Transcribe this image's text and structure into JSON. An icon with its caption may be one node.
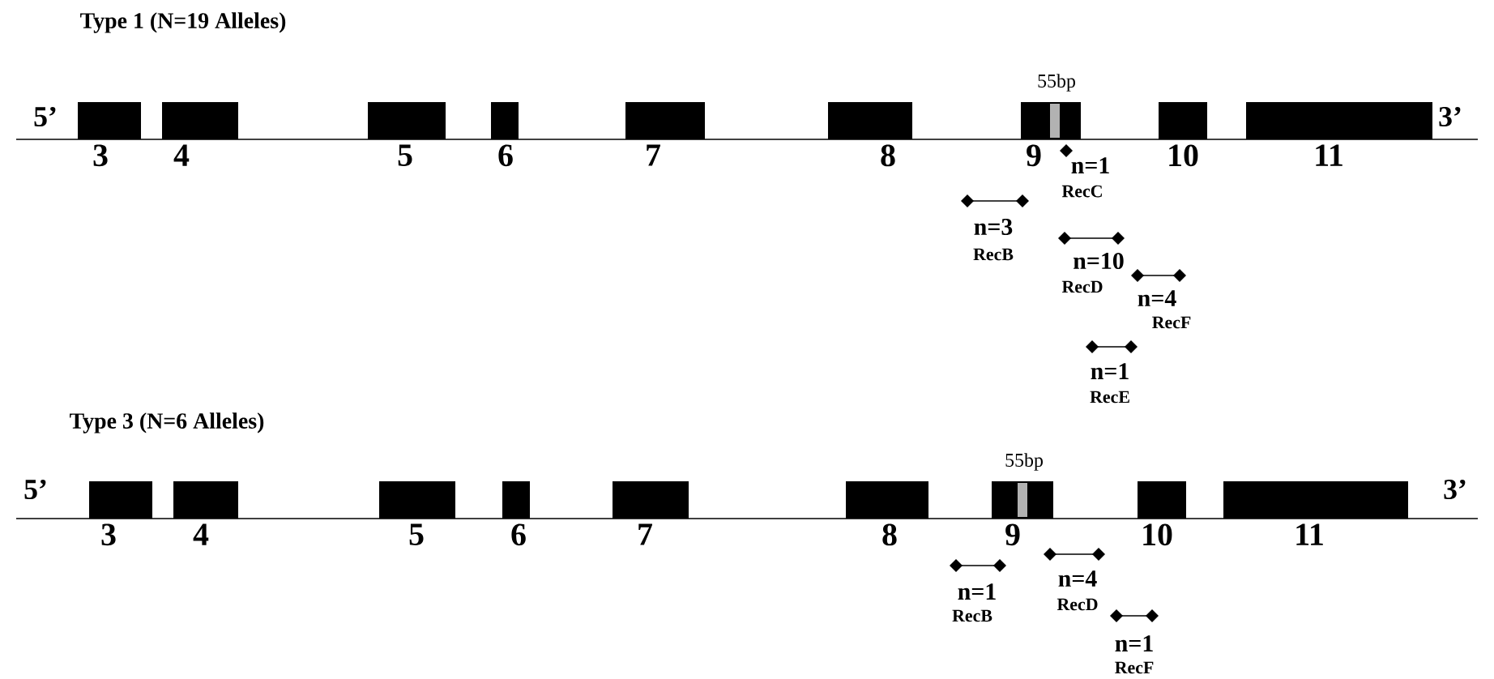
{
  "diagram": {
    "nodes": [
      {
        "text": [
          "3"
        ]
      },
      {
        "text": [
          "4"
        ]
      },
      {
        "text": [
          "5"
        ]
      },
      {
        "text": [
          "6"
        ]
      },
      {
        "text": [
          "7"
        ]
      },
      {
        "text": [
          "8"
        ]
      },
      {
        "text": [
          "9"
        ]
      },
      {
        "text": [
          "10"
        ]
      },
      {
        "text": [
          "11"
        ]
      },
      {
        "text": [
          "3"
        ]
      },
      {
        "text": [
          "4"
        ]
      },
      {
        "text": [
          "5"
        ]
      },
      {
        "text": [
          "6"
        ]
      },
      {
        "text": [
          "7"
        ]
      },
      {
        "text": [
          "8"
        ]
      },
      {
        "text": [
          "9"
        ]
      },
      {
        "text": [
          "10"
        ]
      },
      {
        "text": [
          "11"
        ]
      }
    ],
    "labels": [
      "Type 1 (N=19 Alleles)",
      "5’",
      "55bp",
      "3’",
      "n=1",
      "RecC",
      "n=3",
      "RecB",
      "n=10",
      "RecD",
      "n=4",
      "RecF",
      "n=1",
      "RecE",
      "Type 3 (N=6 Alleles)",
      "5’",
      "55bp",
      "3’",
      "n=1",
      "RecB",
      "n=4",
      "RecD",
      "n=1",
      "RecF"
    ]
  }
}
